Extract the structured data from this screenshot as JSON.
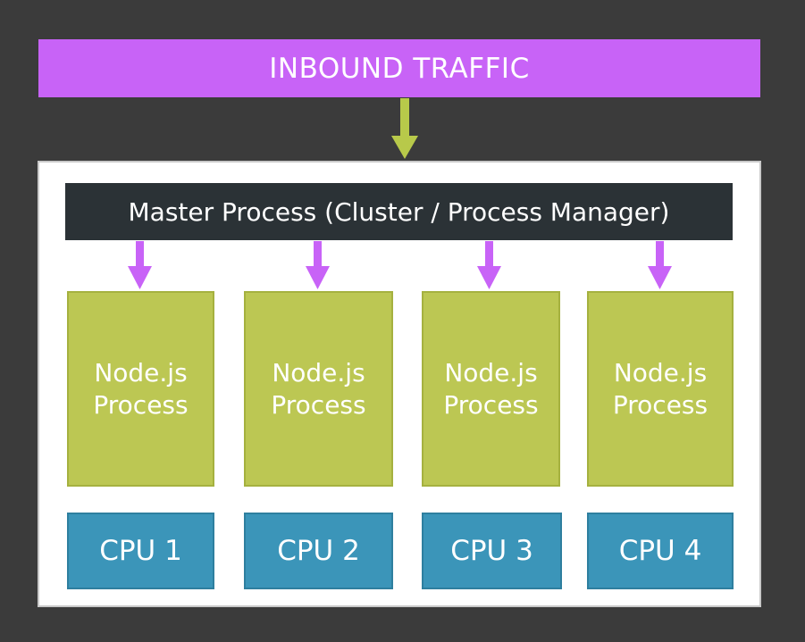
{
  "inbound": {
    "label": "INBOUND TRAFFIC"
  },
  "master": {
    "label": "Master Process (Cluster / Process Manager)"
  },
  "processes": [
    {
      "line1": "Node.js",
      "line2": "Process"
    },
    {
      "line1": "Node.js",
      "line2": "Process"
    },
    {
      "line1": "Node.js",
      "line2": "Process"
    },
    {
      "line1": "Node.js",
      "line2": "Process"
    }
  ],
  "cpus": [
    {
      "label": "CPU 1"
    },
    {
      "label": "CPU 2"
    },
    {
      "label": "CPU 3"
    },
    {
      "label": "CPU 4"
    }
  ],
  "colors": {
    "background": "#3b3b3b",
    "inbound": "#c863f7",
    "master": "#2b3236",
    "process": "#bcc753",
    "cpu": "#3b95b9",
    "arrow_green": "#b8c94a",
    "arrow_purple": "#c863f7"
  }
}
